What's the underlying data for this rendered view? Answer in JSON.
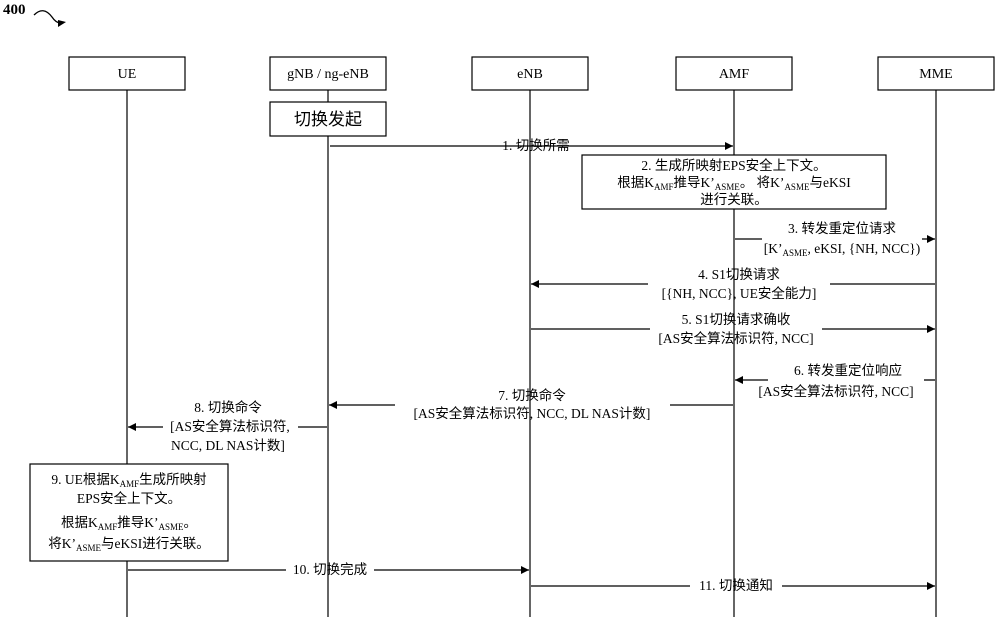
{
  "figure_number": "400",
  "entities": [
    {
      "id": "ue",
      "label": "UE"
    },
    {
      "id": "gnb",
      "label": "gNB / ng-eNB"
    },
    {
      "id": "enb",
      "label": "eNB"
    },
    {
      "id": "amf",
      "label": "AMF"
    },
    {
      "id": "mme",
      "label": "MME"
    }
  ],
  "handover_init": "切换发起",
  "messages": {
    "m1": "1. 切换所需",
    "m3_title": "3. 转发重定位请求",
    "m3_params_open": "[K’",
    "m3_params_sub": "ASME",
    "m3_params_rest": ", eKSI, {NH, NCC})",
    "m4_title": "4. S1切换请求",
    "m4_params": "[{NH, NCC}, UE安全能力]",
    "m5_title": "5. S1切换请求确收",
    "m5_params": "[AS安全算法标识符, NCC]",
    "m6_title": "6. 转发重定位响应",
    "m6_params": "[AS安全算法标识符, NCC]",
    "m7_title": "7. 切换命令",
    "m7_params": "[AS安全算法标识符, NCC, DL NAS计数]",
    "m8_title": "8. 切换命令",
    "m8_params1": "[AS安全算法标识符,",
    "m8_params2": "NCC, DL NAS计数]",
    "m10": "10. 切换完成",
    "m11": "11. 切换通知"
  },
  "step2": {
    "line1": "2. 生成所映射EPS安全上下文。",
    "line2_a": "根据K",
    "line2_sub1": "AMF",
    "line2_b": "推导K’",
    "line2_sub2": "ASME",
    "line2_c": "。 将K’",
    "line2_sub3": "ASME",
    "line2_d": "与eKSI",
    "line3": "进行关联。"
  },
  "step9": {
    "line1_a": "9. UE根据K",
    "line1_sub": "AMF",
    "line1_b": "生成所映射",
    "line2": "EPS安全上下文。",
    "line3_a": "根据K",
    "line3_sub1": "AMF",
    "line3_b": "推导K’",
    "line3_sub2": "ASME",
    "line3_c": "。",
    "line4_a": "将K’",
    "line4_sub": "ASME",
    "line4_b": "与eKSI进行关联。"
  }
}
